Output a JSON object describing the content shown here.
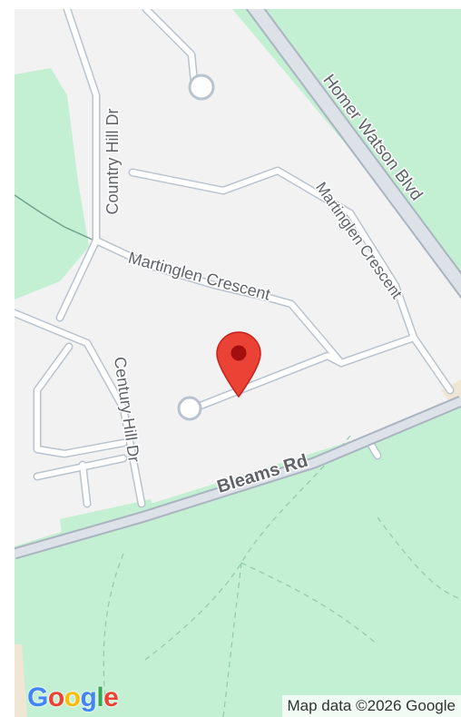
{
  "map": {
    "roads": {
      "homer_watson": "Homer Watson Blvd",
      "country_hill": "Country Hill Dr",
      "martinglen_1": "Martinglen Crescent",
      "martinglen_2": "Martinglen Crescent",
      "century_hill": "Century Hill Dr",
      "bleams": "Bleams Rd"
    },
    "marker_icon": "red-map-pin-icon",
    "colors": {
      "land": "#f2f2f2",
      "park": "#c3efd2",
      "road_fill": "#ffffff",
      "road_casing": "#b9c3cf",
      "highway_fill": "#dde2e8",
      "highway_casing": "#aab4c0",
      "pin": "#ea4335",
      "pin_dot": "#a50e0e"
    }
  },
  "logo": {
    "letters": [
      "G",
      "o",
      "o",
      "g",
      "l",
      "e"
    ],
    "colors": [
      "#4285f4",
      "#ea4335",
      "#fbbc05",
      "#4285f4",
      "#34a853",
      "#ea4335"
    ]
  },
  "attribution": "Map data ©2026 Google"
}
